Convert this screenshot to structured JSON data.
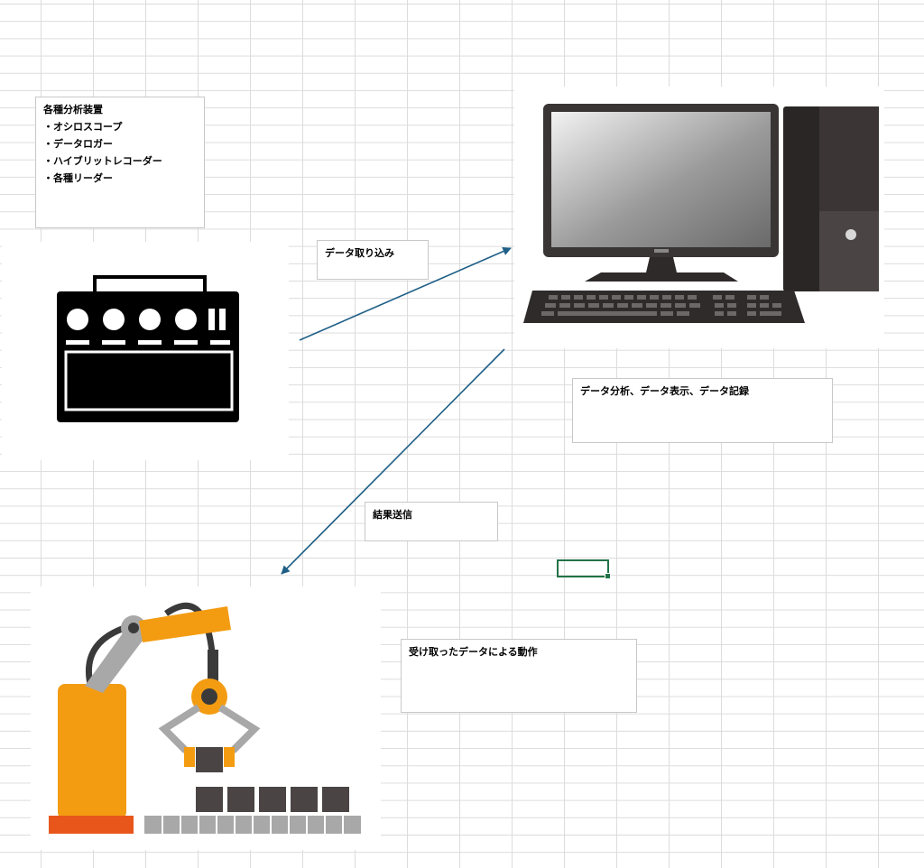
{
  "boxes": {
    "devices": {
      "title": "各種分析装置",
      "items": [
        "・オシロスコープ",
        "・データロガー",
        "・ハイブリットレコーダー",
        "・各種リーダー"
      ]
    },
    "import": "データ取り込み",
    "analysis": "データ分析、データ表示、データ記録",
    "send": "結果送信",
    "operation": "受け取ったデータによる動作"
  },
  "colors": {
    "arrow": "#1f5f86",
    "selection": "#217346",
    "robot_orange": "#f39c12",
    "robot_base": "#e8561c"
  },
  "icons": {
    "device": "measurement-device-icon",
    "computer": "desktop-computer-icon",
    "robot": "robot-arm-icon"
  }
}
